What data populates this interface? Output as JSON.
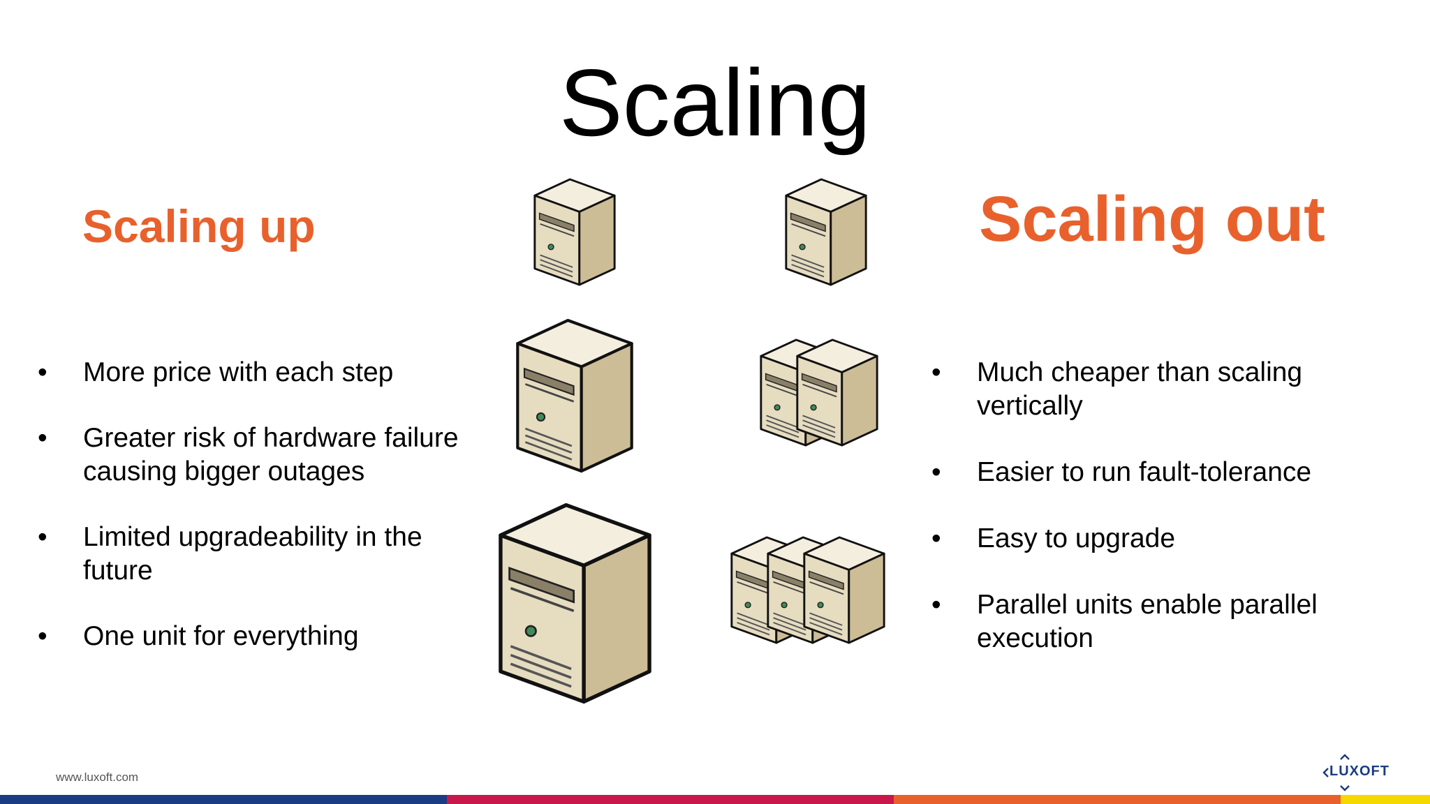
{
  "slide": {
    "title": "Scaling",
    "left": {
      "heading": "Scaling up",
      "bullets": [
        "More price with each step",
        "Greater risk of hardware failure causing bigger outages",
        "Limited upgradeability in the future",
        "One unit for everything"
      ]
    },
    "right": {
      "heading": "Scaling out",
      "bullets": [
        "Much cheaper than scaling vertically",
        "Easier to run fault-tolerance",
        "Easy to upgrade",
        "Parallel units enable parallel execution"
      ]
    },
    "bullet_glyph": "•"
  },
  "footer": {
    "url": "www.luxoft.com",
    "logo_text": "LUXOFT"
  },
  "colors": {
    "accent_orange": "#e8612c",
    "stripe_blue": "#1b3b82",
    "stripe_red": "#c8174a",
    "stripe_orange": "#e8612c",
    "stripe_yellow": "#f5d800"
  },
  "icons": [
    "server-tower-icon",
    "luxoft-logo"
  ]
}
